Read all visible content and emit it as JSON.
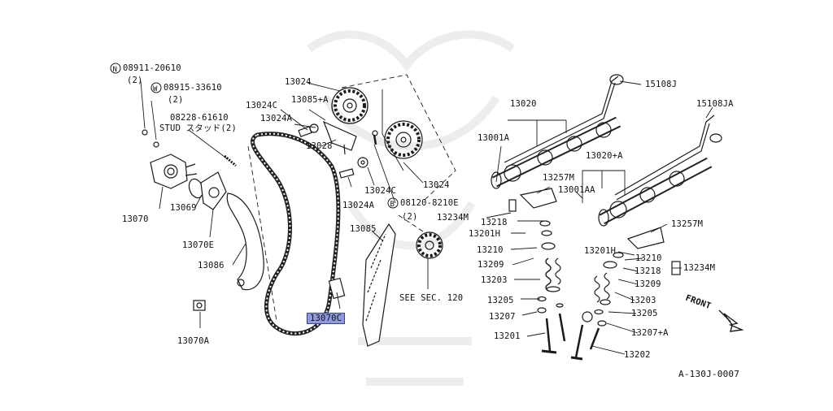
{
  "diagram_id": "A-130J-0007",
  "see_section": "SEE SEC. 120",
  "front_label": "FRONT",
  "highlighted_part": "13070C",
  "fasteners": [
    {
      "symbol": "N",
      "part_no": "08911-20610",
      "qty": "(2)"
    },
    {
      "symbol": "W",
      "part_no": "08915-33610",
      "qty": "(2)"
    },
    {
      "part_no": "08228-61610",
      "desc": "STUD スタッド(2)"
    },
    {
      "symbol": "B",
      "part_no": "08120-8210E",
      "qty": "(2)"
    }
  ],
  "parts": {
    "p13024_top": "13024",
    "p13024c_a": "13024C",
    "p13085a": "13085+A",
    "p13024a_a": "13024A",
    "p13028": "13028",
    "p13024_mid": "13024",
    "p13024a_b": "13024A",
    "p13024c_b": "13024C",
    "p13085": "13085",
    "p13070": "13070",
    "p13069": "13069",
    "p13070e": "13070E",
    "p13086": "13086",
    "p13070c": "13070C",
    "p13070a": "13070A",
    "p13020": "13020",
    "p15108j": "15108J",
    "p15108ja": "15108JA",
    "p13001a": "13001A",
    "p13257m_a": "13257M",
    "p13001aa": "13001AA",
    "p13020a": "13020+A",
    "p13234m_a": "13234M",
    "p13218_a": "13218",
    "p13201h_a": "13201H",
    "p13210_a": "13210",
    "p13209_a": "13209",
    "p13203_a": "13203",
    "p13205_a": "13205",
    "p13207_a": "13207",
    "p13201": "13201",
    "p13257m_b": "13257M",
    "p13201h_b": "13201H",
    "p13210_b": "13210",
    "p13218_b": "13218",
    "p13209_b": "13209",
    "p13234m_b": "13234M",
    "p13203_b": "13203",
    "p13205_b": "13205",
    "p13207a": "13207+A",
    "p13202": "13202"
  }
}
